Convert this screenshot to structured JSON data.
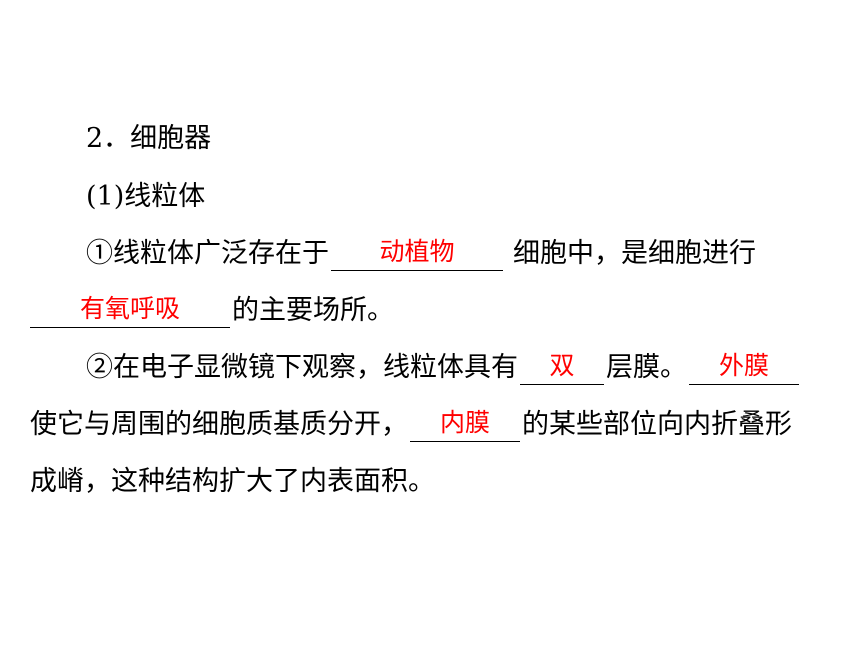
{
  "heading": "2．细胞器",
  "subheading": "(1)线粒体",
  "p1": {
    "a": "①线粒体广泛存在于",
    "blank1": "动植物",
    "b": "细胞中，是细胞进行",
    "blank2": "有氧呼吸",
    "c": "的主要场所。"
  },
  "p2": {
    "a": "②在电子显微镜下观察，线粒体具有",
    "blank1": "双",
    "b": "层膜。",
    "blank2": "外膜",
    "c": "使它与周围的细胞质基质分开，",
    "blank3": "内膜",
    "d": "的某些部位向内折叠形",
    "e": "成嵴，这种结构扩大了内表面积。"
  },
  "colors": {
    "text": "#000000",
    "answer": "#ff0000",
    "background": "#ffffff"
  }
}
